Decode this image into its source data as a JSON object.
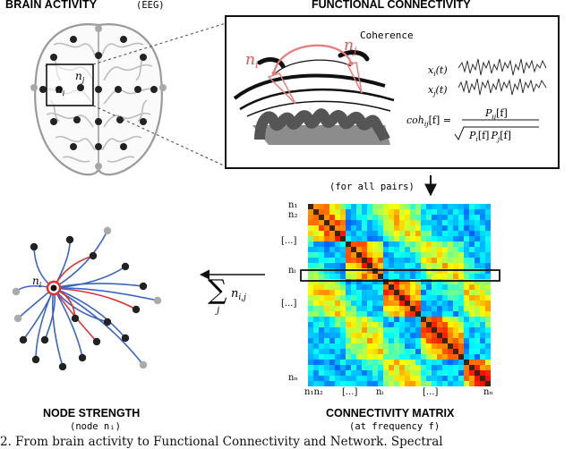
{
  "titles": {
    "brain": "BRAIN ACTIVITY",
    "brain_sub": "(EEG)",
    "fc": "FUNCTIONAL CONNECTIVITY",
    "matrix": "CONNECTIVITY MATRIX",
    "matrix_sub": "(at frequency f)",
    "strength": "NODE STRENGTH",
    "strength_sub": "(node nᵢ)"
  },
  "labels": {
    "coherence": "Coherence",
    "for_all_pairs": "(for all pairs)",
    "ni": "n",
    "ni_sub": "i",
    "nj": "n",
    "nj_sub": "j",
    "xi": "x",
    "xi_sub": "i",
    "xi_arg": "(t)",
    "xj": "x",
    "xj_sub": "j",
    "xj_arg": "(t)",
    "coh_lhs": "coh",
    "coh_lhs_sub": "ij",
    "coh_lhs_arg": "[f] =",
    "coh_num": "P",
    "coh_num_sub": "ij",
    "coh_num_arg": "[f]",
    "coh_den_a": "P",
    "coh_den_a_sub": "i",
    "coh_den_a_arg": "[f]",
    "coh_den_b": "P",
    "coh_den_b_sub": "j",
    "coh_den_b_arg": "[f]",
    "sum_symbol": "∑",
    "sum_index": "j",
    "sum_term": "n",
    "sum_term_sub": "i,j",
    "row_labels": [
      "n₁",
      "n₂",
      "[...]",
      "nᵢ",
      "[...]",
      "nₙ"
    ],
    "col_labels": [
      "n₁n₂",
      "[...]",
      "nᵢ",
      "[...]",
      "nₙ"
    ],
    "hub_label": "n",
    "hub_label_sub": "i"
  },
  "caption": "2.  From brain activity to Functional Connectivity and Network.  Spectral"
}
